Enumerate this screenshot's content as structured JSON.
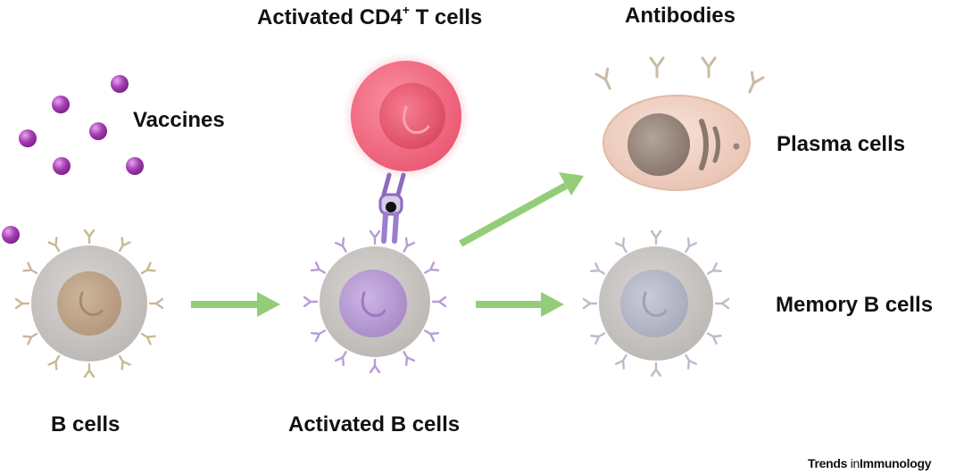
{
  "labels": {
    "activated_cd4_prefix": "Activated CD4",
    "activated_cd4_sup": "+",
    "activated_cd4_suffix": " T cells",
    "antibodies": "Antibodies",
    "vaccines": "Vaccines",
    "plasma_cells": "Plasma cells",
    "memory_b_cells": "Memory B cells",
    "b_cells": "B cells",
    "activated_b_cells": "Activated B cells"
  },
  "credit": {
    "brand": "Trends",
    "connector": "in",
    "journal": "Immunology"
  },
  "colors": {
    "vaccine": "#a23fb0",
    "b_cell_body": "#c9c6c3",
    "b_cell_nucleus": "#bfa385",
    "b_receptor": "#c9b796",
    "activated_nucleus": "#b79bd4",
    "activated_receptor": "#b79dd4",
    "t_cell": "#f26f84",
    "tcr": "#8a6bbf",
    "plasma_body": "#f1d3c6",
    "plasma_nucleus": "#9a8a80",
    "memory_nucleus": "#b9bacb",
    "memory_receptor": "#b9bccb",
    "arrow": "#93cd7a"
  }
}
